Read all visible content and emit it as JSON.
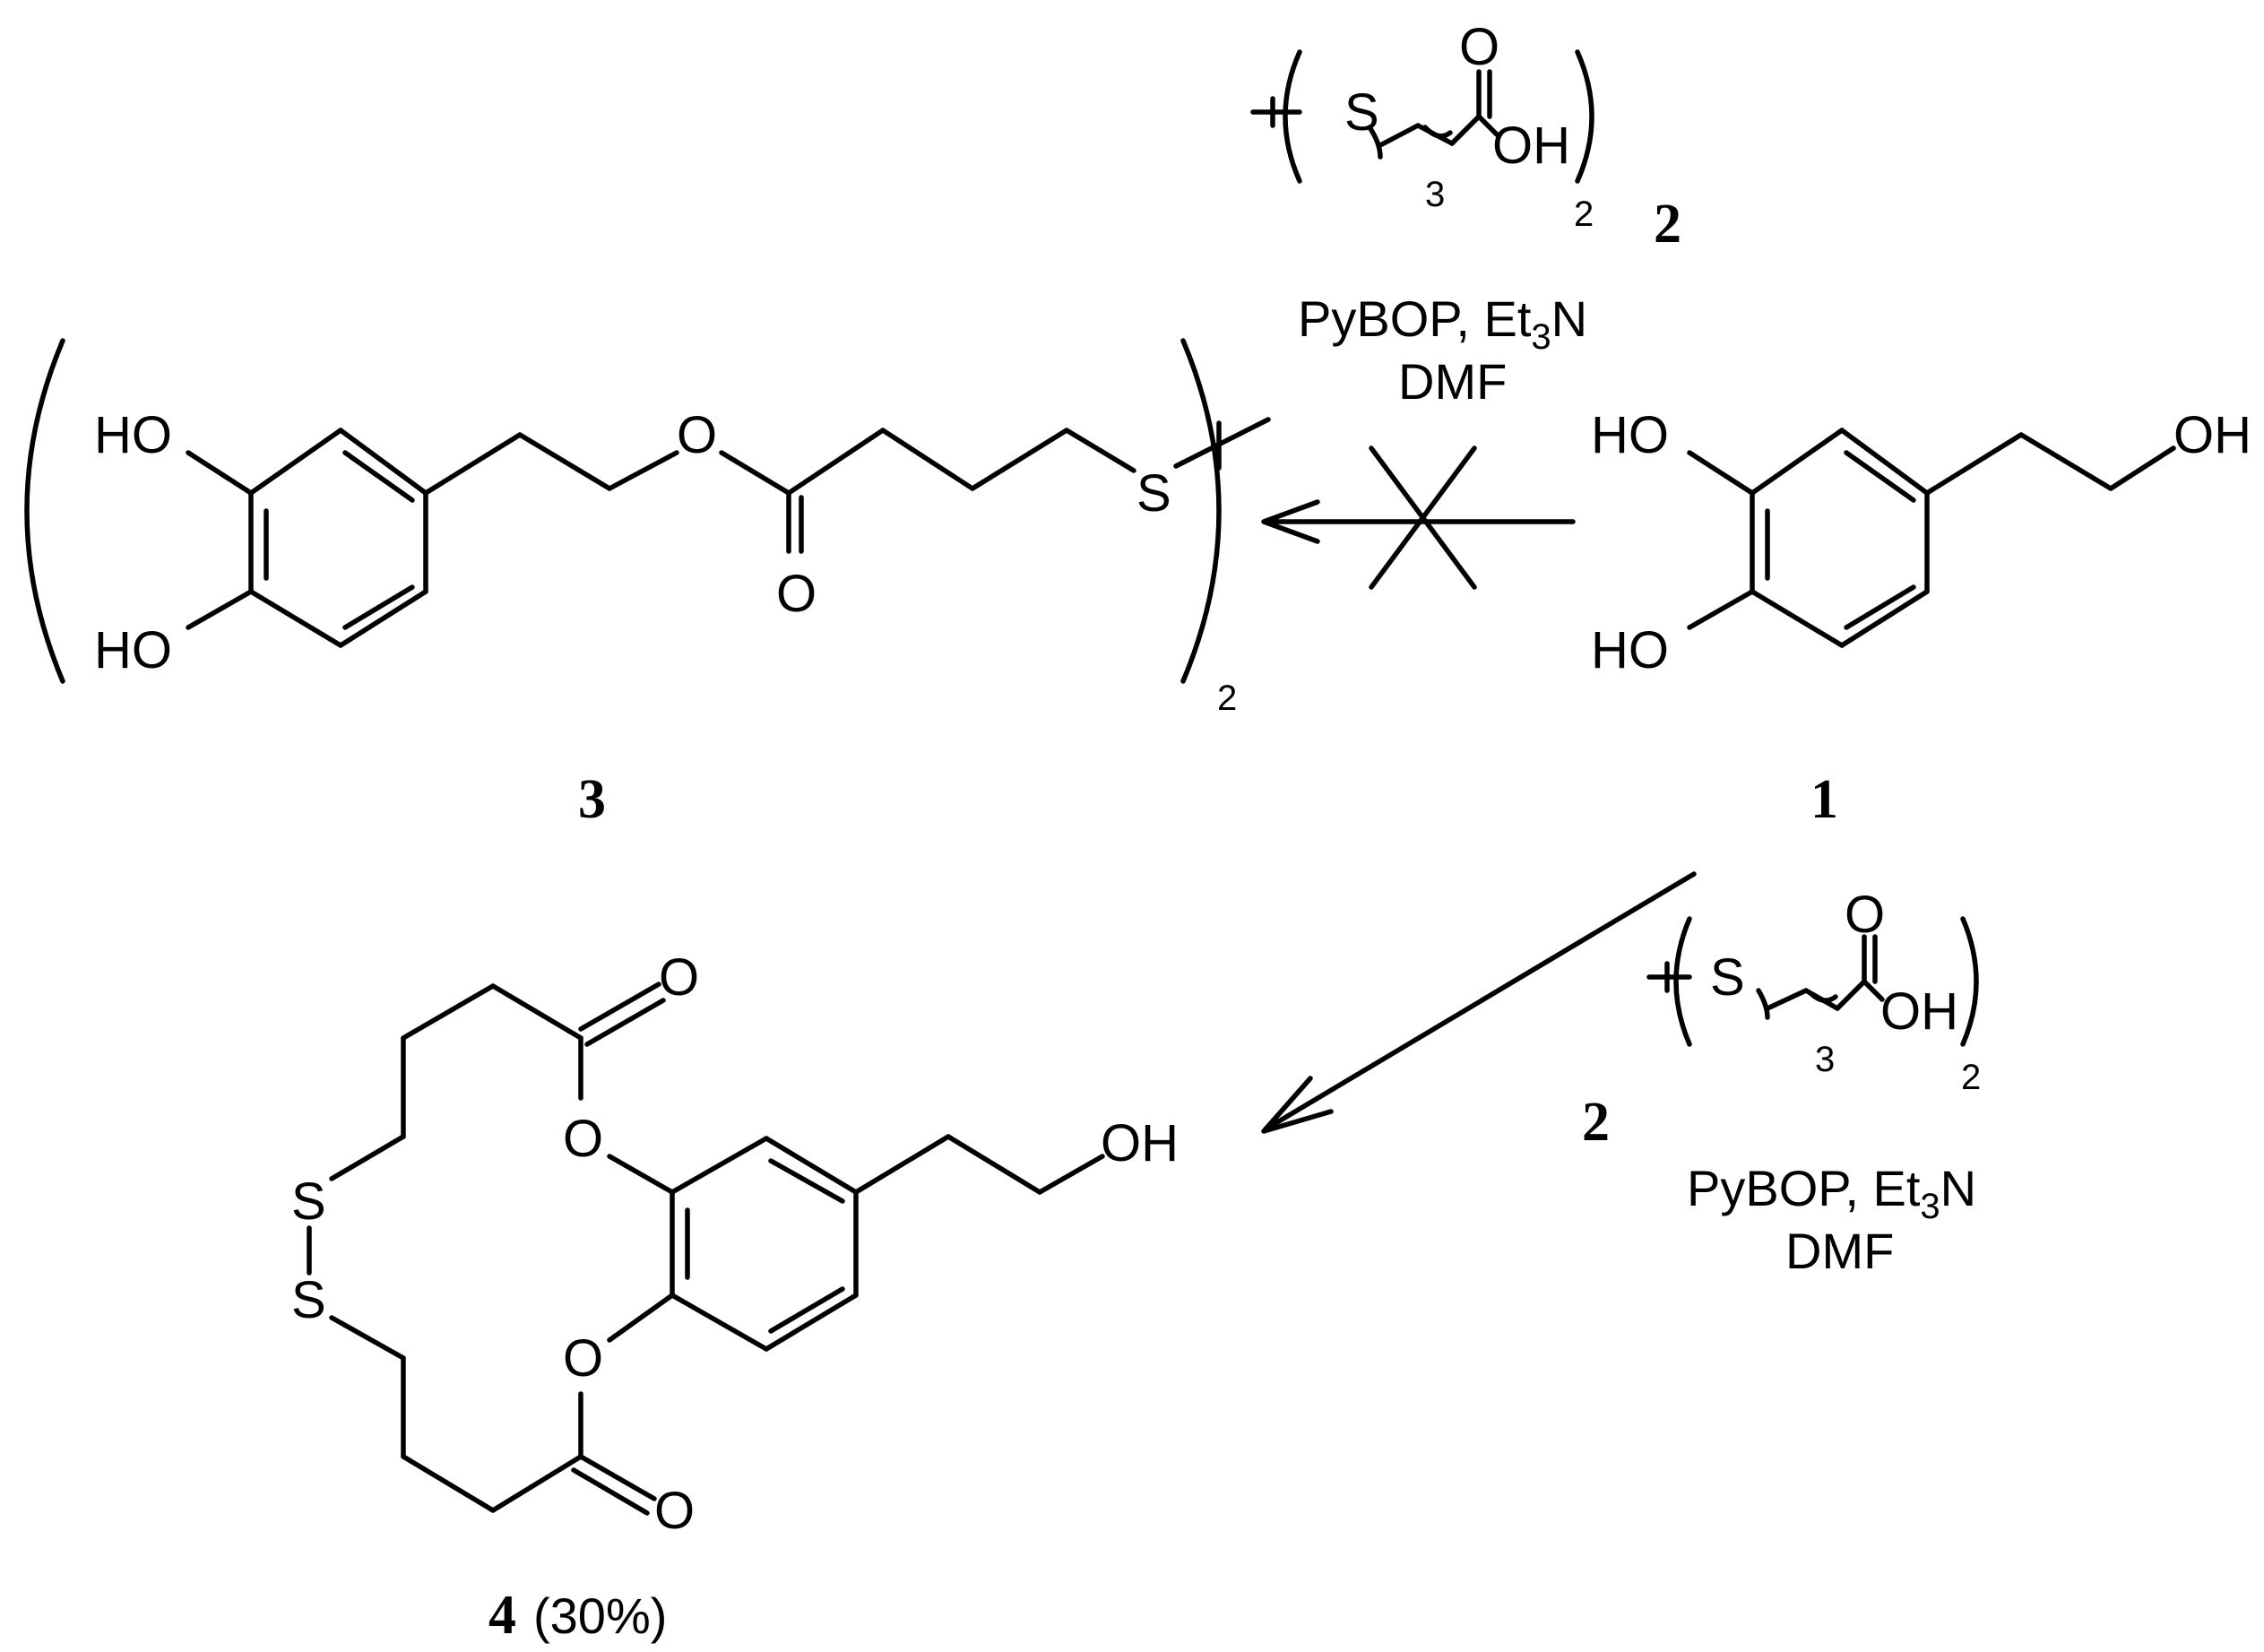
{
  "atoms": {
    "ho": "HO",
    "oh": "OH",
    "o": "O",
    "s": "S",
    "subscript_3": "3",
    "subscript_2": "2"
  },
  "reagents": {
    "top_line1_a": "PyBOP, Et",
    "top_line1_sub": "3",
    "top_line1_b": "N",
    "top_line2": "DMF",
    "bottom_line1_a": "PyBOP, Et",
    "bottom_line1_sub": "3",
    "bottom_line1_b": "N",
    "bottom_line2": "DMF"
  },
  "compounds": {
    "start": "1",
    "reagent": "2",
    "failed_product": "3",
    "product": "4",
    "product_yield": "(30%)"
  }
}
